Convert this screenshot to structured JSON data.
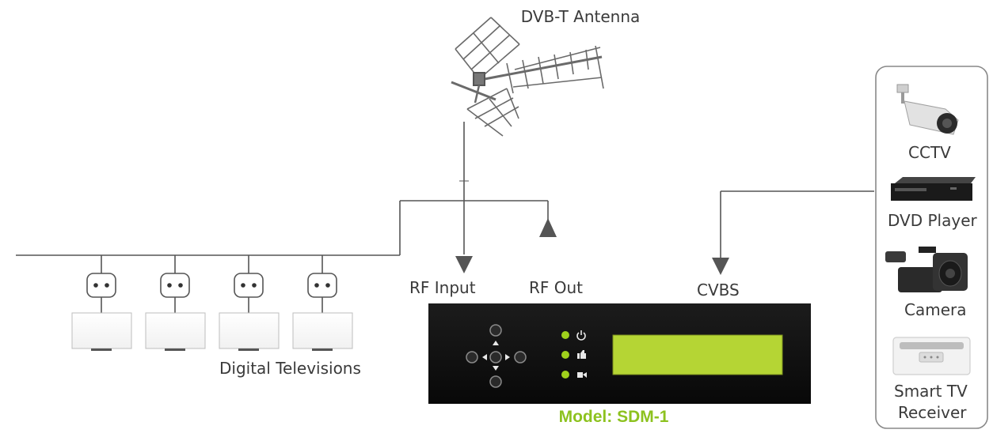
{
  "labels": {
    "antenna": "DVB-T Antenna",
    "rf_input": "RF Input",
    "rf_out": "RF Out",
    "cvbs": "CVBS",
    "televisions": "Digital Televisions",
    "model": "Model: SDM-1"
  },
  "sources": [
    {
      "label": "CCTV",
      "icon": "cctv-camera-icon"
    },
    {
      "label": "DVD Player",
      "icon": "dvd-player-icon"
    },
    {
      "label": "Camera",
      "icon": "camcorder-icon"
    },
    {
      "label": "Smart TV",
      "label2": "Receiver",
      "icon": "smart-tv-receiver-icon"
    }
  ],
  "colors": {
    "line": "#555555",
    "model_text": "#8dc21f",
    "lcd": "#b5d534",
    "led": "#9fd11c",
    "device_body": "#111111"
  }
}
